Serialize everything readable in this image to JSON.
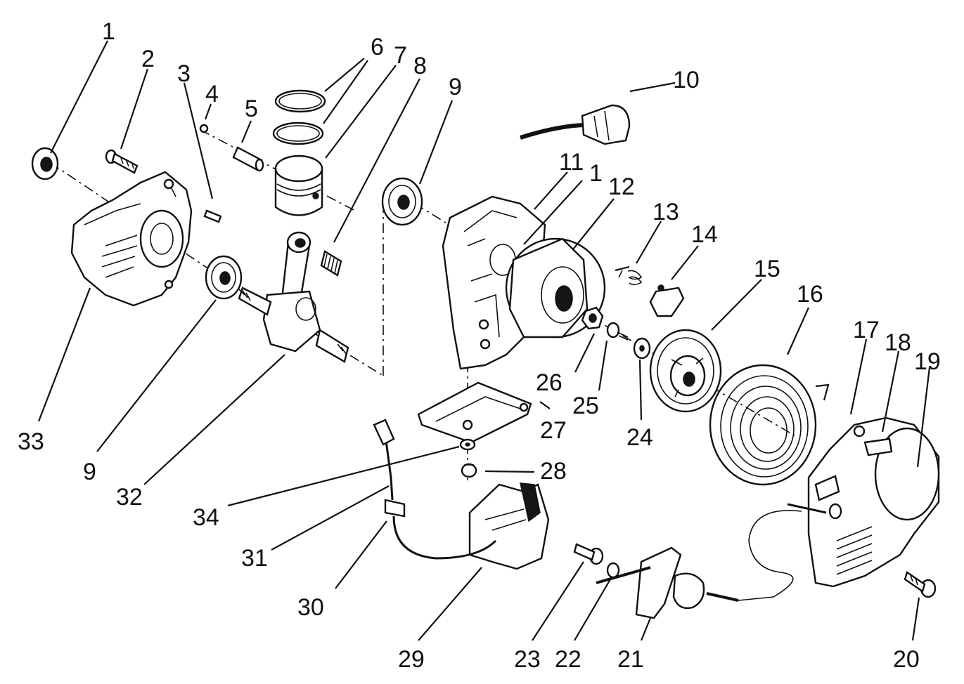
{
  "callouts": [
    {
      "id": "1a",
      "text": "1"
    },
    {
      "id": "2",
      "text": "2"
    },
    {
      "id": "3",
      "text": "3"
    },
    {
      "id": "4",
      "text": "4"
    },
    {
      "id": "5",
      "text": "5"
    },
    {
      "id": "6",
      "text": "6"
    },
    {
      "id": "7",
      "text": "7"
    },
    {
      "id": "8",
      "text": "8"
    },
    {
      "id": "9a",
      "text": "9"
    },
    {
      "id": "10",
      "text": "10"
    },
    {
      "id": "11",
      "text": "11"
    },
    {
      "id": "1b",
      "text": "1"
    },
    {
      "id": "12",
      "text": "12"
    },
    {
      "id": "13",
      "text": "13"
    },
    {
      "id": "14",
      "text": "14"
    },
    {
      "id": "15",
      "text": "15"
    },
    {
      "id": "16",
      "text": "16"
    },
    {
      "id": "17",
      "text": "17"
    },
    {
      "id": "18",
      "text": "18"
    },
    {
      "id": "19",
      "text": "19"
    },
    {
      "id": "33",
      "text": "33"
    },
    {
      "id": "9b",
      "text": "9"
    },
    {
      "id": "32",
      "text": "32"
    },
    {
      "id": "26",
      "text": "26"
    },
    {
      "id": "25",
      "text": "25"
    },
    {
      "id": "24",
      "text": "24"
    },
    {
      "id": "27",
      "text": "27"
    },
    {
      "id": "28",
      "text": "28"
    },
    {
      "id": "34",
      "text": "34"
    },
    {
      "id": "31",
      "text": "31"
    },
    {
      "id": "30",
      "text": "30"
    },
    {
      "id": "29",
      "text": "29"
    },
    {
      "id": "23",
      "text": "23"
    },
    {
      "id": "22",
      "text": "22"
    },
    {
      "id": "21",
      "text": "21"
    },
    {
      "id": "20",
      "text": "20"
    }
  ]
}
